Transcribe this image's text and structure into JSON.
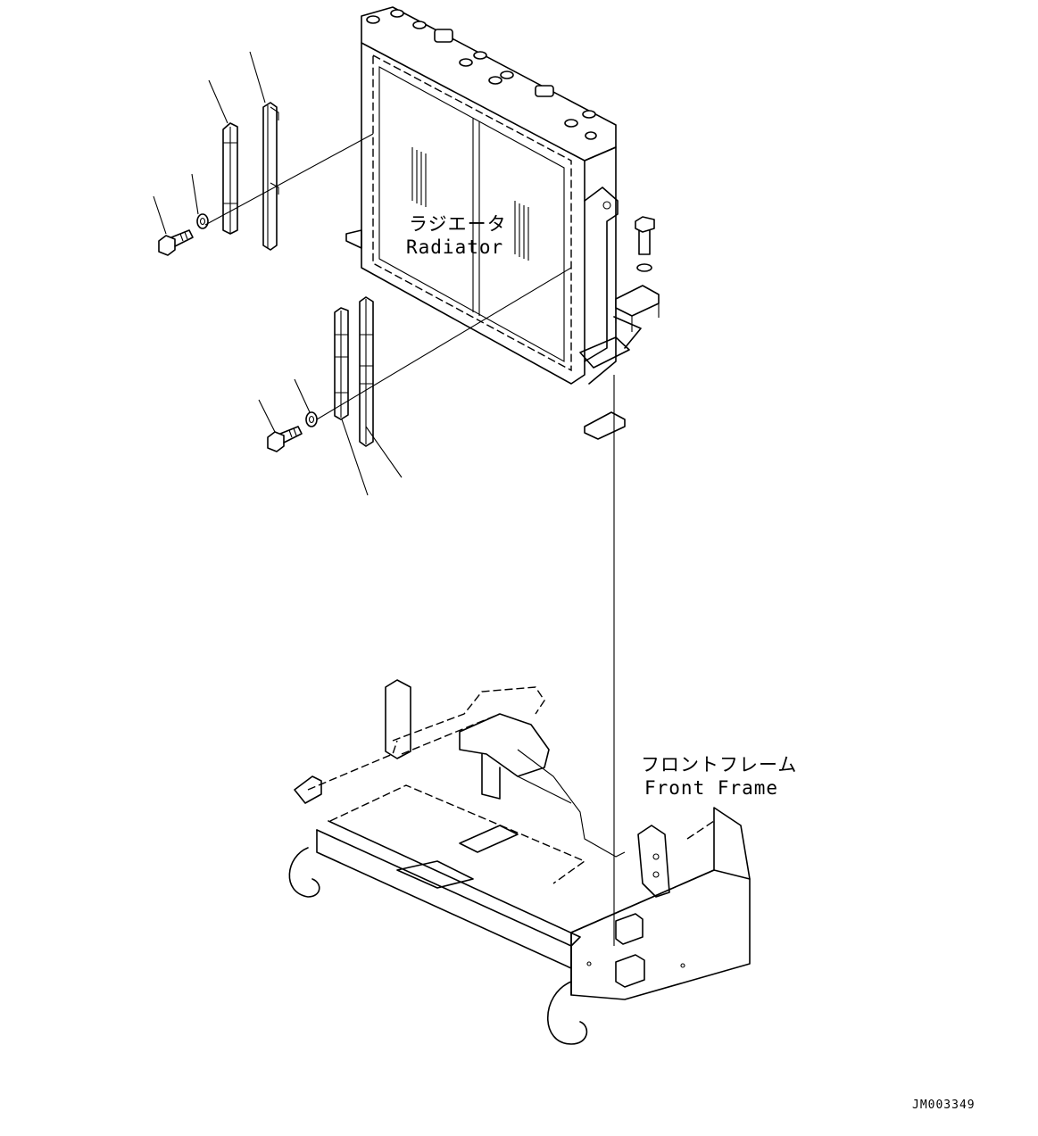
{
  "labels": {
    "radiator_jp": "ラジエータ",
    "radiator_en": "Radiator",
    "front_frame_jp": "フロントフレーム",
    "front_frame_en": "Front Frame",
    "drawing_code": "JM003349"
  },
  "colors": {
    "line": "#000000",
    "background": "#ffffff"
  }
}
